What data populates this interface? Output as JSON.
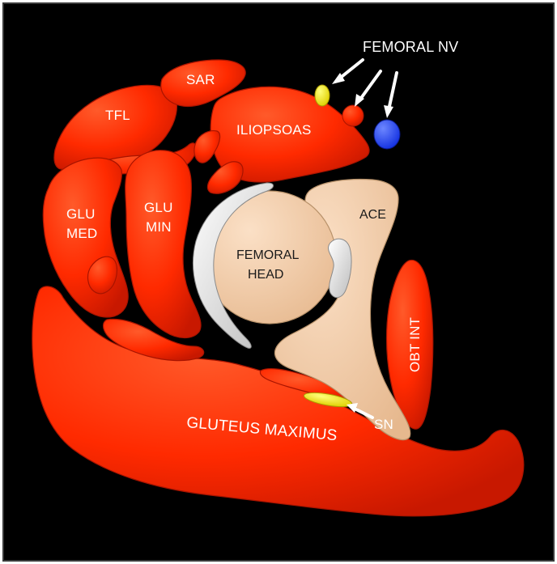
{
  "labels": {
    "femoral_nv": "FEMORAL NV",
    "sar": "SAR",
    "tfl": "TFL",
    "iliopsoas": "ILIOPSOAS",
    "glu_med_line1": "GLU",
    "glu_med_line2": "MED",
    "glu_min_line1": "GLU",
    "glu_min_line2": "MIN",
    "ace": "ACE",
    "femoral_head_line1": "FEMORAL",
    "femoral_head_line2": "HEAD",
    "obt_int": "OBT INT",
    "sn": "SN",
    "gluteus_maximus": "GLUTEUS MAXIMUS"
  },
  "colors": {
    "background": "#000000",
    "muscle": "#ff2a00",
    "bone": "#f2c9a3",
    "cartilage": "#e8e8e8",
    "nerve": "#f2e600",
    "artery": "#ff1a00",
    "vein": "#1a3cff",
    "label": "#ffffff",
    "bone_label": "#1a1a1a"
  }
}
